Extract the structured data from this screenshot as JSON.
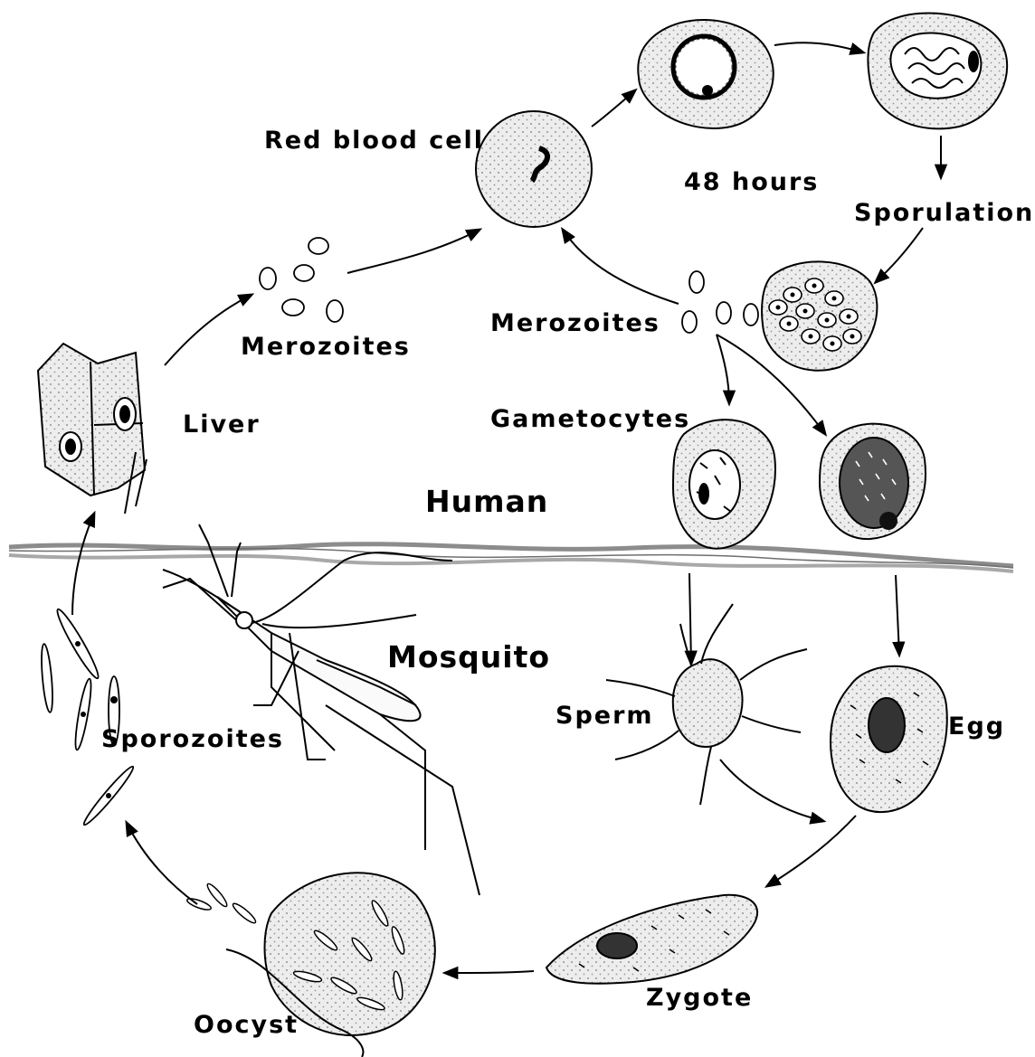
{
  "diagram": {
    "regions": {
      "host_upper": "Human",
      "host_lower": "Mosquito"
    },
    "labels": {
      "red_blood_cell": "Red blood cell",
      "hours": "48 hours",
      "sporulation": "Sporulation",
      "merozoites_left": "Merozoites",
      "merozoites_right": "Merozoites",
      "liver": "Liver",
      "gametocytes": "Gametocytes",
      "sperm": "Sperm",
      "egg": "Egg",
      "sporozoites": "Sporozoites",
      "zygote": "Zygote",
      "oocyst": "Oocyst"
    },
    "colors": {
      "ink": "#000000",
      "cell_fill": "#e4e4e4",
      "membrane": "#8c8c8c",
      "background": "#ffffff"
    }
  }
}
